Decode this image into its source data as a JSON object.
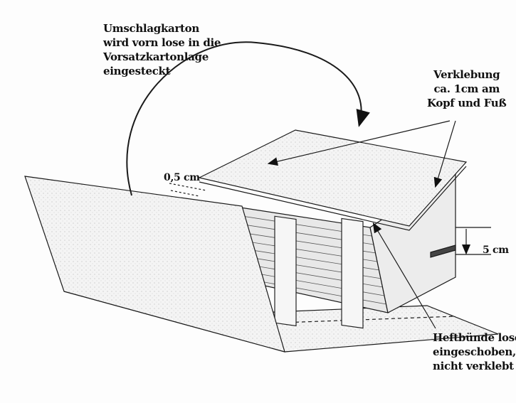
{
  "labels": {
    "cover": [
      "Umschlagkarton",
      "wird vorn lose in die",
      "Vorsatzkartonlage",
      "eingesteckt"
    ],
    "glue": [
      "Verklebung",
      "ca. 1cm am",
      "Kopf und Fuß"
    ],
    "dim_small": "0,5 cm",
    "dim_large": "5 cm",
    "sewing": [
      "Heftbünde lose",
      "eingeschoben,",
      "nicht verklebt !"
    ]
  },
  "colors": {
    "ink": "#1a1a1a",
    "paper": "#fdfdfd",
    "board": "#ededed"
  }
}
